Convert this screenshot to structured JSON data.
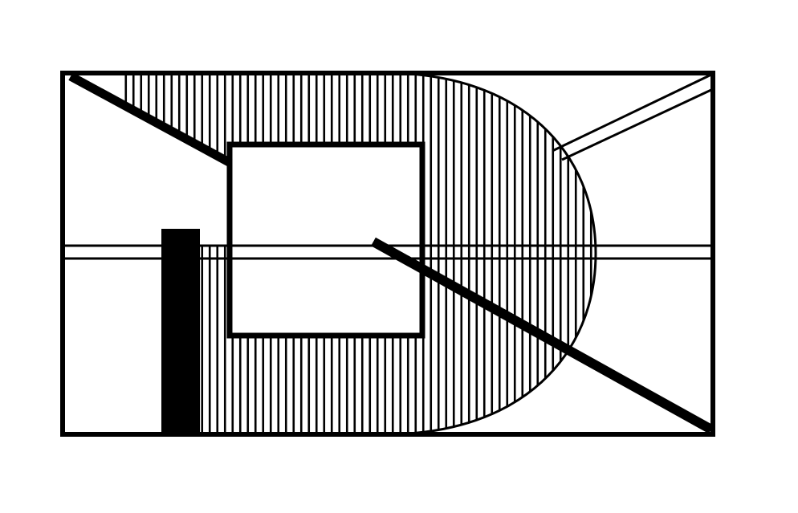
{
  "figure": {
    "background": "#ffffff",
    "ink_color": "#000000",
    "hatch_fill": "vertical-line-hatching",
    "elements": [
      "outer-frame",
      "hatched-d-shape",
      "inner-square",
      "horizontal-band",
      "upper-left-diagonal-bar",
      "lower-right-diagonal-bar",
      "upper-right-double-diagonal",
      "solid-vertical-bar"
    ]
  }
}
